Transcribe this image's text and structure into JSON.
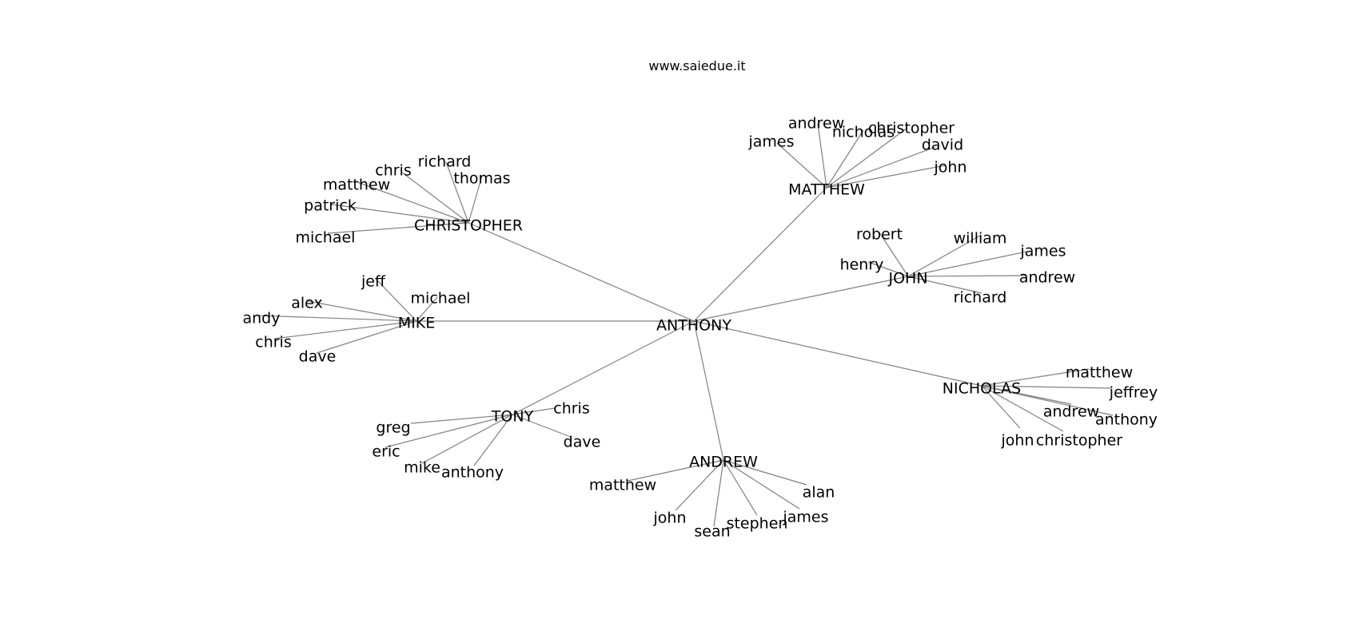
{
  "site_title": "www.saiedue.it",
  "colors": {
    "edge": "#808080",
    "text": "#000000",
    "background": "#ffffff"
  },
  "root": "ANTHONY",
  "groups": [
    {
      "hub": "CHRISTOPHER",
      "leaves": [
        "richard",
        "chris",
        "thomas",
        "matthew",
        "patrick",
        "michael"
      ]
    },
    {
      "hub": "MATTHEW",
      "leaves": [
        "andrew",
        "christopher",
        "james",
        "nicholas",
        "david",
        "john"
      ]
    },
    {
      "hub": "JOHN",
      "leaves": [
        "robert",
        "william",
        "james",
        "henry",
        "andrew",
        "richard"
      ]
    },
    {
      "hub": "MIKE",
      "leaves": [
        "jeff",
        "michael",
        "alex",
        "andy",
        "chris",
        "dave"
      ]
    },
    {
      "hub": "NICHOLAS",
      "leaves": [
        "matthew",
        "jeffrey",
        "andrew",
        "anthony",
        "john",
        "christopher"
      ]
    },
    {
      "hub": "TONY",
      "leaves": [
        "chris",
        "greg",
        "dave",
        "eric",
        "mike",
        "anthony"
      ]
    },
    {
      "hub": "ANDREW",
      "leaves": [
        "matthew",
        "alan",
        "john",
        "james",
        "sean",
        "stephen"
      ]
    }
  ]
}
